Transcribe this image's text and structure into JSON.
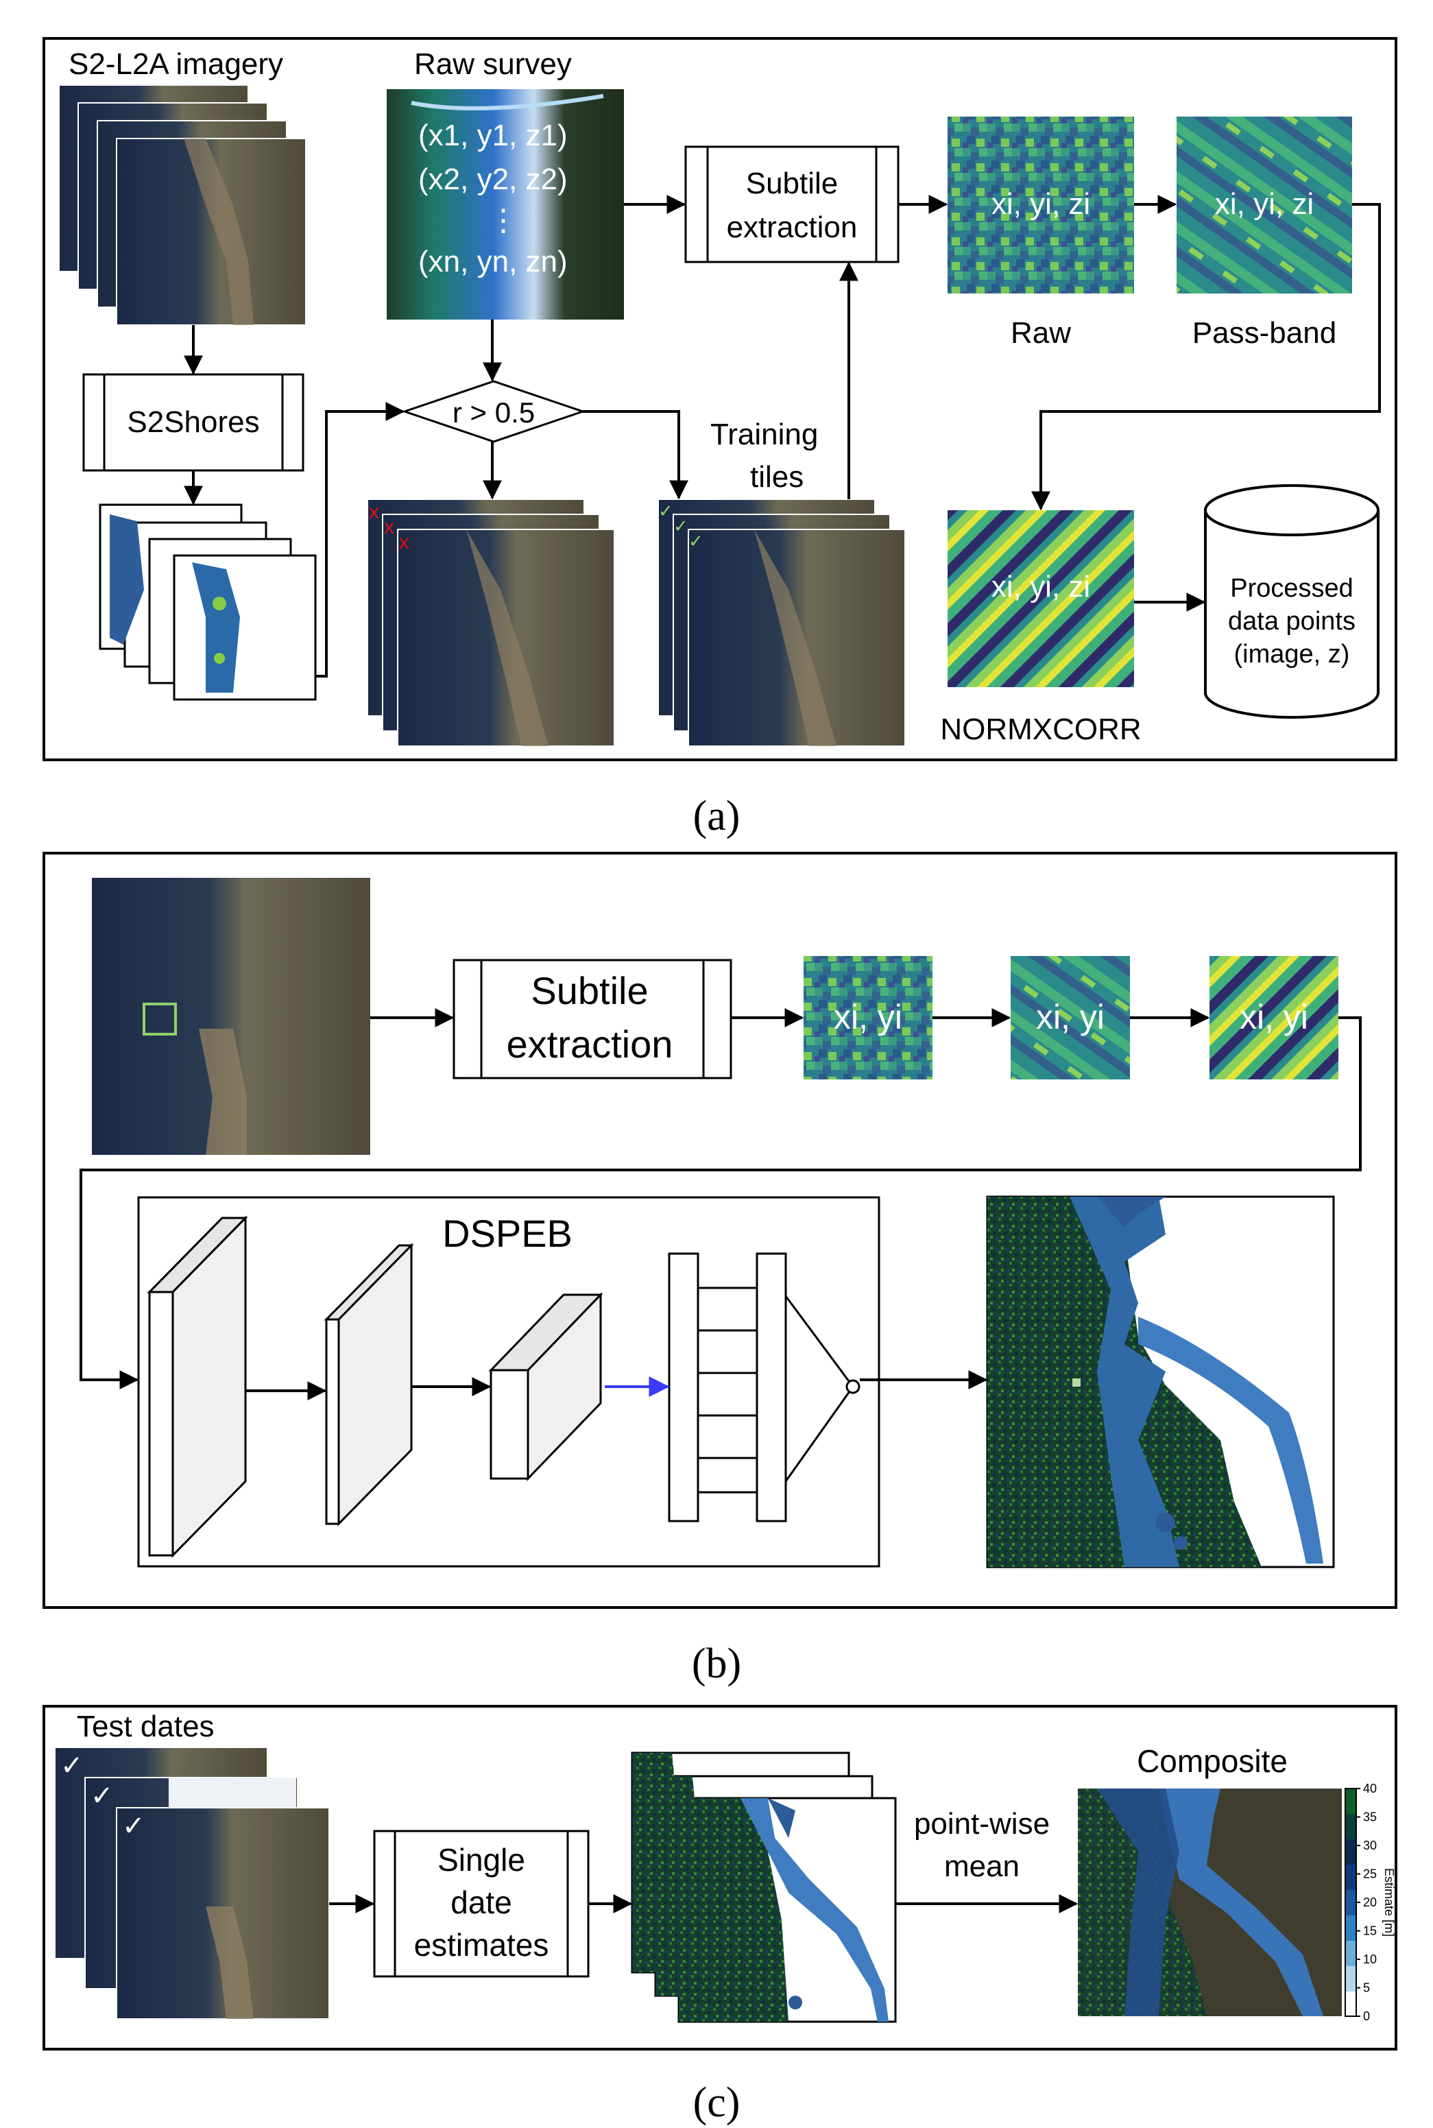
{
  "panel_a": {
    "imagery_label": "S2-L2A imagery",
    "survey_label": "Raw survey",
    "survey_line1": "(x1, y1, z1)",
    "survey_line2": "(x2, y2, z2)",
    "survey_dots": "⋮",
    "survey_line3": "(xn, yn, zn)",
    "s2shores_label": "S2Shores",
    "condition": "r > 0.5",
    "training_label_1": "Training",
    "training_label_2": "tiles",
    "subtile_1": "Subtile",
    "subtile_2": "extraction",
    "tile_text": "xi, yi, zi",
    "raw_label": "Raw",
    "passband_label": "Pass-band",
    "normxcorr_label": "NORMXCORR",
    "db_line1": "Processed",
    "db_line2": "data points",
    "db_line3": "(image, z)",
    "reject_mark": "x",
    "accept_mark": "✓",
    "caption": "(a)"
  },
  "panel_b": {
    "subtile_1": "Subtile",
    "subtile_2": "extraction",
    "tile_text": "xi, yi",
    "dspeb_label": "DSPEB",
    "caption": "(b)"
  },
  "panel_c": {
    "test_dates_label": "Test dates",
    "check": "✓",
    "single_1": "Single",
    "single_2": "date",
    "single_3": "estimates",
    "mean_1": "point-wise",
    "mean_2": "mean",
    "composite_label": "Composite",
    "colorbar_title": "Estimate [m]",
    "colorbar_ticks": [
      "40",
      "35",
      "30",
      "25",
      "20",
      "15",
      "10",
      "5",
      "0"
    ],
    "caption": "(c)"
  },
  "colors": {
    "arrow": "#000000",
    "blue_arrow": "#3a3aff",
    "sea": "#1c2b4a",
    "land": "#5b5a45",
    "box_outline": "#000000"
  }
}
